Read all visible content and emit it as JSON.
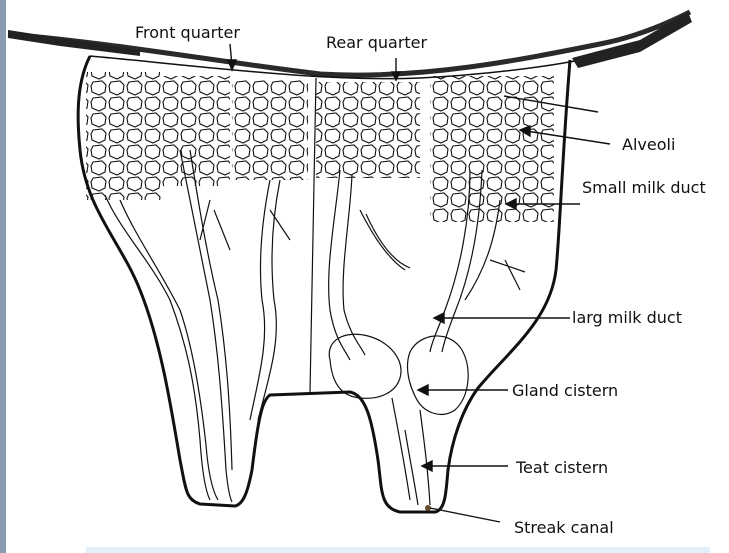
{
  "diagram": {
    "labels": {
      "front_quarter": "Front quarter",
      "rear_quarter": "Rear quarter",
      "alveoli": "Alveoli",
      "small_milk_duct": "Small milk duct",
      "large_milk_duct": "larg milk duct",
      "gland_cistern": "Gland cistern",
      "teat_cistern": "Teat cistern",
      "streak_canal": "Streak canal"
    },
    "colors": {
      "line": "#111111",
      "background": "#ffffff",
      "side_strip": "#8a9bb3",
      "bottom_band": "#e2eef9"
    }
  }
}
